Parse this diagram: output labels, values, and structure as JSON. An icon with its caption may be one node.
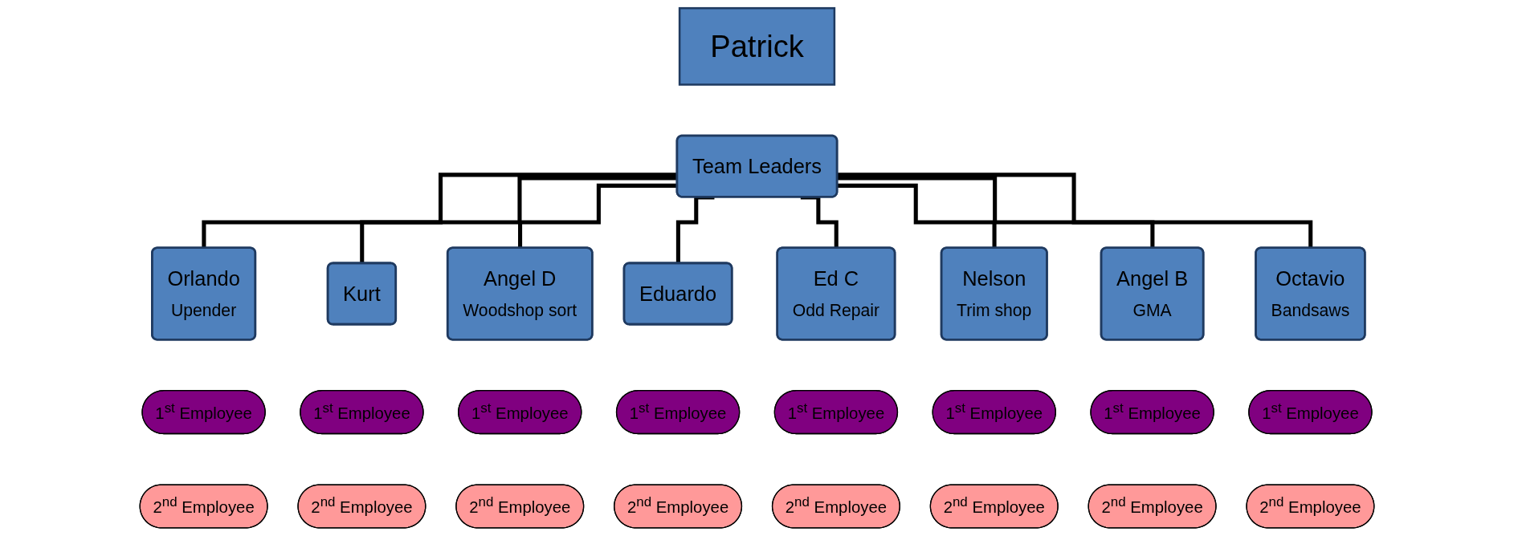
{
  "diagram": {
    "nodes": [
      {
        "text": [
          "Patrick"
        ]
      },
      {
        "text": [
          "Team Leaders"
        ]
      },
      {
        "text": [
          "Orlando",
          "Upender"
        ]
      },
      {
        "text": [
          "Kurt"
        ]
      },
      {
        "text": [
          "Angel D",
          "Woodshop sort"
        ]
      },
      {
        "text": [
          "Eduardo"
        ]
      },
      {
        "text": [
          "Ed C",
          "Odd Repair"
        ]
      },
      {
        "text": [
          "Nelson",
          "Trim shop"
        ]
      },
      {
        "text": [
          "Angel B",
          "GMA"
        ]
      },
      {
        "text": [
          "Octavio",
          "Bandsaws"
        ]
      },
      {
        "text": [
          "1$^{st}$ Employee"
        ]
      },
      {
        "text": [
          "1$^{st}$ Employee"
        ]
      },
      {
        "text": [
          "1$^{st}$ Employee"
        ]
      },
      {
        "text": [
          "1$^{st}$ Employee"
        ]
      },
      {
        "text": [
          "1$^{st}$ Employee"
        ]
      },
      {
        "text": [
          "1$^{st}$ Employee"
        ]
      },
      {
        "text": [
          "1$^{st}$ Employee"
        ]
      },
      {
        "text": [
          "1$^{st}$ Employee"
        ]
      },
      {
        "text": [
          "2$^{nd}$ Employee"
        ]
      },
      {
        "text": [
          "2$^{nd}$ Employee"
        ]
      },
      {
        "text": [
          "2$^{nd}$ Employee"
        ]
      },
      {
        "text": [
          "2$^{nd}$ Employee"
        ]
      },
      {
        "text": [
          "2$^{nd}$ Employee"
        ]
      },
      {
        "text": [
          "2$^{nd}$ Employee"
        ]
      },
      {
        "text": [
          "2$^{nd}$ Employee"
        ]
      },
      {
        "text": [
          "2$^{nd}$ Employee"
        ]
      }
    ],
    "edges": [
      {
        "from": 1,
        "to": 2,
        "arrow": "none"
      },
      {
        "from": 1,
        "to": 3,
        "arrow": "none"
      },
      {
        "from": 1,
        "to": 4,
        "arrow": "none"
      },
      {
        "from": 1,
        "to": 5,
        "arrow": "none"
      },
      {
        "from": 1,
        "to": 6,
        "arrow": "none"
      },
      {
        "from": 1,
        "to": 7,
        "arrow": "none"
      },
      {
        "from": 1,
        "to": 8,
        "arrow": "none"
      },
      {
        "from": 1,
        "to": 9,
        "arrow": "none"
      }
    ]
  }
}
